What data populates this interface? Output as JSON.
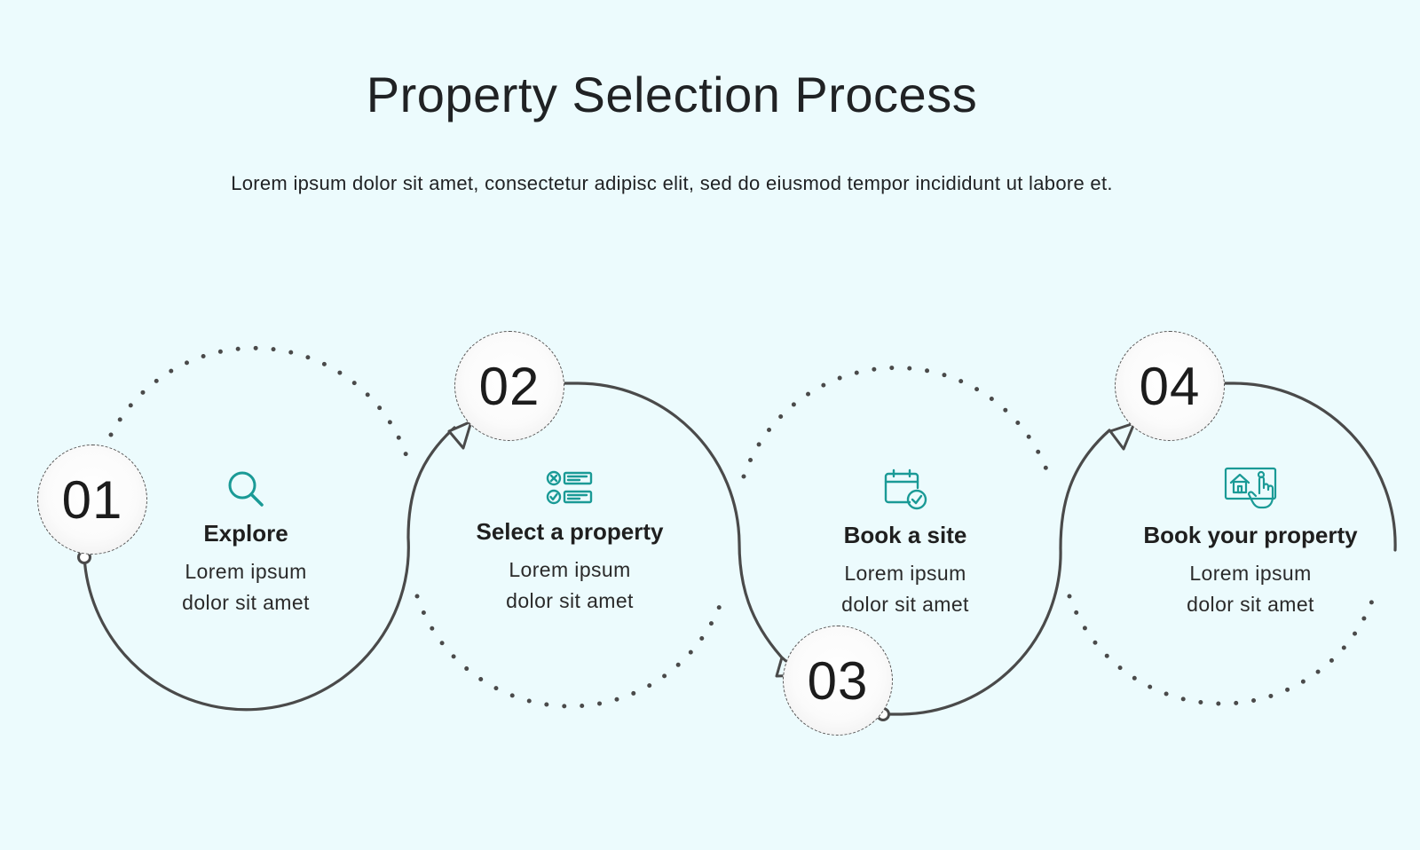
{
  "title": "Property Selection Process",
  "subtitle": "Lorem ipsum dolor sit amet, consectetur adipisc elit, sed do eiusmod tempor incididunt ut labore et.",
  "colors": {
    "background": "#ecfbfd",
    "accent": "#1a9a96",
    "line": "#4a4a4a"
  },
  "steps": [
    {
      "number": "01",
      "name": "Explore",
      "desc_line1": "Lorem ipsum",
      "desc_line2": "dolor sit amet",
      "icon": "magnifier-icon"
    },
    {
      "number": "02",
      "name": "Select a property",
      "desc_line1": "Lorem ipsum",
      "desc_line2": "dolor sit amet",
      "icon": "checklist-icon"
    },
    {
      "number": "03",
      "name": "Book a site",
      "desc_line1": "Lorem ipsum",
      "desc_line2": "dolor sit amet",
      "icon": "calendar-check-icon"
    },
    {
      "number": "04",
      "name": "Book your property",
      "desc_line1": "Lorem ipsum",
      "desc_line2": "dolor sit amet",
      "icon": "house-touch-icon"
    }
  ]
}
